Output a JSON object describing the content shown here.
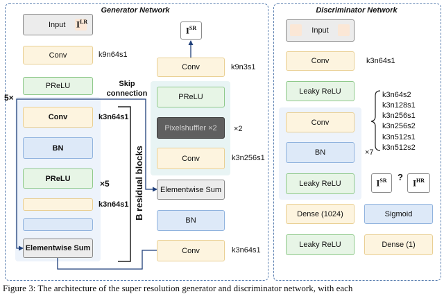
{
  "generator": {
    "title": "Generator Network",
    "input_label": "Input",
    "input_symbol": "I",
    "input_symbol_sup": "LR",
    "conv_label": "Conv",
    "conv_param": "k9n64s1",
    "prelu_label": "PReLU",
    "repeat_5x": "5×",
    "skip_label": "Skip connection",
    "residual": {
      "conv_label": "Conv",
      "conv_param": "k3n64s1",
      "bn_label": "BN",
      "prelu_label": "PReLU",
      "times_label": "×5",
      "conv2_param": "k3n64s1",
      "sum_label": "Elementwise Sum",
      "side_label": "B residual blocks"
    },
    "upsample": {
      "output_symbol": "I",
      "output_symbol_sup": "SR",
      "conv_top_label": "Conv",
      "conv_top_param": "k9n3s1",
      "prelu_label": "PReLU",
      "pixelshuffler_label": "Pixelshuffler ×2",
      "times_label": "×2",
      "conv_label": "Conv",
      "conv_param": "k3n256s1",
      "sum_label": "Elementwise Sum",
      "bn_label": "BN",
      "conv_bottom_label": "Conv",
      "conv_bottom_param": "k3n64s1"
    }
  },
  "discriminator": {
    "title": "Discriminator Network",
    "input_label": "Input",
    "conv_label": "Conv",
    "conv_param": "k3n64s1",
    "leaky1_label": "Leaky ReLU",
    "conv2_label": "Conv",
    "bn_label": "BN",
    "leaky2_label": "Leaky ReLU",
    "times_label": "×7",
    "params": [
      "k3n64s2",
      "k3n128s1",
      "k3n256s1",
      "k3n256s2",
      "k3n512s1",
      "k3n512s2"
    ],
    "dense1024_label": "Dense (1024)",
    "leaky3_label": "Leaky ReLU",
    "sigmoid_label": "Sigmoid",
    "dense1_label": "Dense (1)",
    "sr_symbol": "I",
    "sr_symbol_sup": "SR",
    "question": "?",
    "hr_symbol": "I",
    "hr_symbol_sup": "HR"
  },
  "caption": "Figure 3: The architecture of the super resolution generator and discriminator network, with each"
}
